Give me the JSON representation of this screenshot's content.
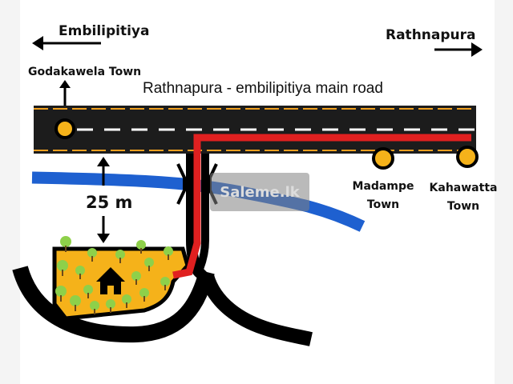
{
  "labels": {
    "west_direction": "Embilipitiya",
    "east_direction": "Rathnapura",
    "godakawela": "Godakawela Town",
    "main_road": "Rathnapura - embilipitiya main road",
    "distance": "25 m",
    "madampe_line1": "Madampe",
    "madampe_line2": "Town",
    "kahawatta_line1": "Kahawatta",
    "kahawatta_line2": "Town"
  },
  "watermark": "Saleme.lk",
  "colors": {
    "road": "#1c1c1c",
    "lane_marking": "#ffffff",
    "road_edge": "#f0a020",
    "route": "#e02020",
    "river": "#1e60d0",
    "land": "#f5b21a",
    "tree": "#8ed04a",
    "town_marker": "#f5b21a",
    "black": "#000000"
  },
  "icons": [
    "arrow-left-icon",
    "arrow-right-icon",
    "arrow-up-icon",
    "house-icon",
    "tree-icon",
    "town-marker-icon"
  ]
}
